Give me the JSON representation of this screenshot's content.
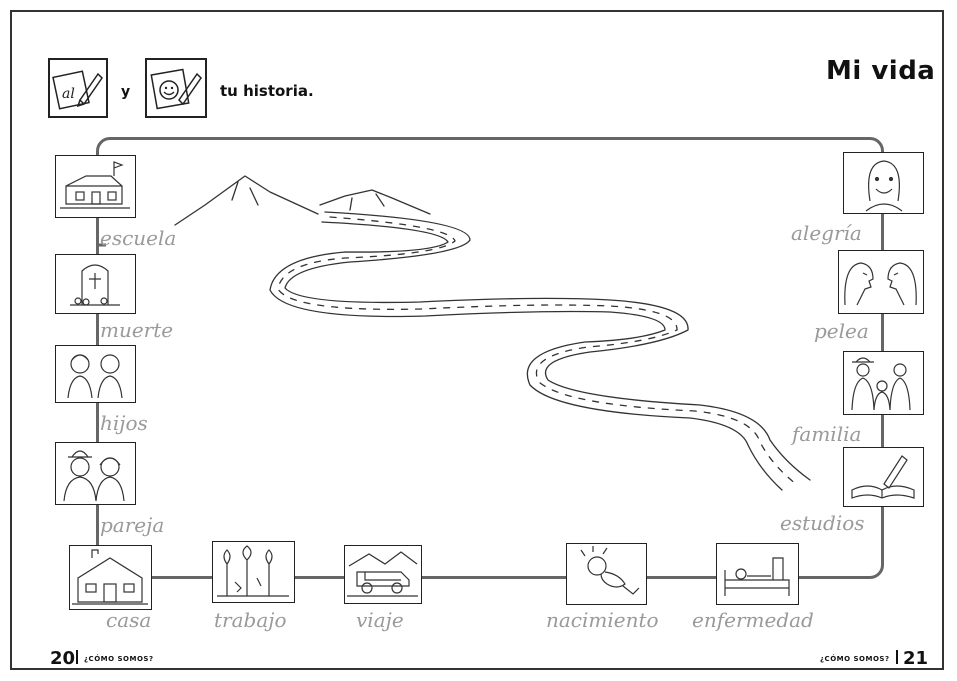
{
  "header": {
    "connector": "y",
    "subtitle": "tu historia.",
    "title": "Mi vida"
  },
  "labels": {
    "escuela": "escuela",
    "muerte": "muerte",
    "hijos": "hijos",
    "pareja": "pareja",
    "casa": "casa",
    "trabajo": "trabajo",
    "viaje": "viaje",
    "nacimiento": "nacimiento",
    "enfermedad": "enfermedad",
    "alegria": "alegría",
    "pelea": "pelea",
    "familia": "familia",
    "estudios": "estudios"
  },
  "footer": {
    "left_page": "20",
    "left_text": "¿CÓMO SOMOS?",
    "right_text": "¿CÓMO SOMOS?",
    "right_page": "21"
  }
}
